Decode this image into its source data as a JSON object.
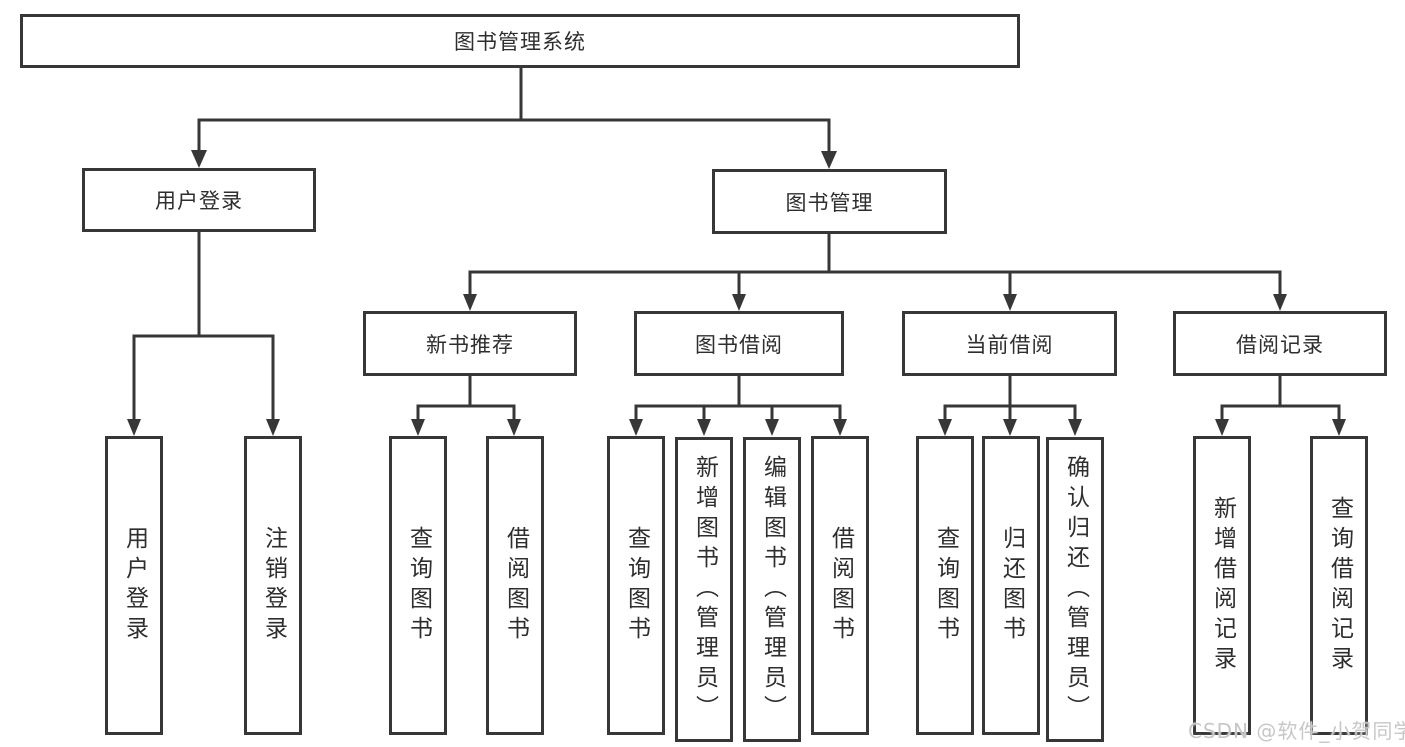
{
  "title": "图书管理系统",
  "watermark": "CSDN @软件_小贺同学",
  "colors": {
    "line": "#373737",
    "border": "#373737",
    "text": "#2e2e2e",
    "box_background": "#ffffff",
    "watermark_text": "#c7c7c7"
  },
  "level1": [
    {
      "label": "用户登录"
    },
    {
      "label": "图书管理"
    }
  ],
  "level2": [
    {
      "label": "新书推荐",
      "parent": "图书管理"
    },
    {
      "label": "图书借阅",
      "parent": "图书管理"
    },
    {
      "label": "当前借阅",
      "parent": "图书管理"
    },
    {
      "label": "借阅记录",
      "parent": "图书管理"
    }
  ],
  "leaves": [
    {
      "label": "用户登录",
      "parent": "用户登录"
    },
    {
      "label": "注销登录",
      "parent": "用户登录"
    },
    {
      "label": "查询图书",
      "parent": "新书推荐"
    },
    {
      "label": "借阅图书",
      "parent": "新书推荐"
    },
    {
      "label": "查询图书",
      "parent": "图书借阅"
    },
    {
      "label": "新增图书（管理员）",
      "parent": "图书借阅"
    },
    {
      "label": "编辑图书（管理员）",
      "parent": "图书借阅"
    },
    {
      "label": "借阅图书",
      "parent": "图书借阅"
    },
    {
      "label": "查询图书",
      "parent": "当前借阅"
    },
    {
      "label": "归还图书",
      "parent": "当前借阅"
    },
    {
      "label": "确认归还（管理员）",
      "parent": "当前借阅"
    },
    {
      "label": "新增借阅记录",
      "parent": "借阅记录"
    },
    {
      "label": "查询借阅记录",
      "parent": "借阅记录"
    }
  ]
}
